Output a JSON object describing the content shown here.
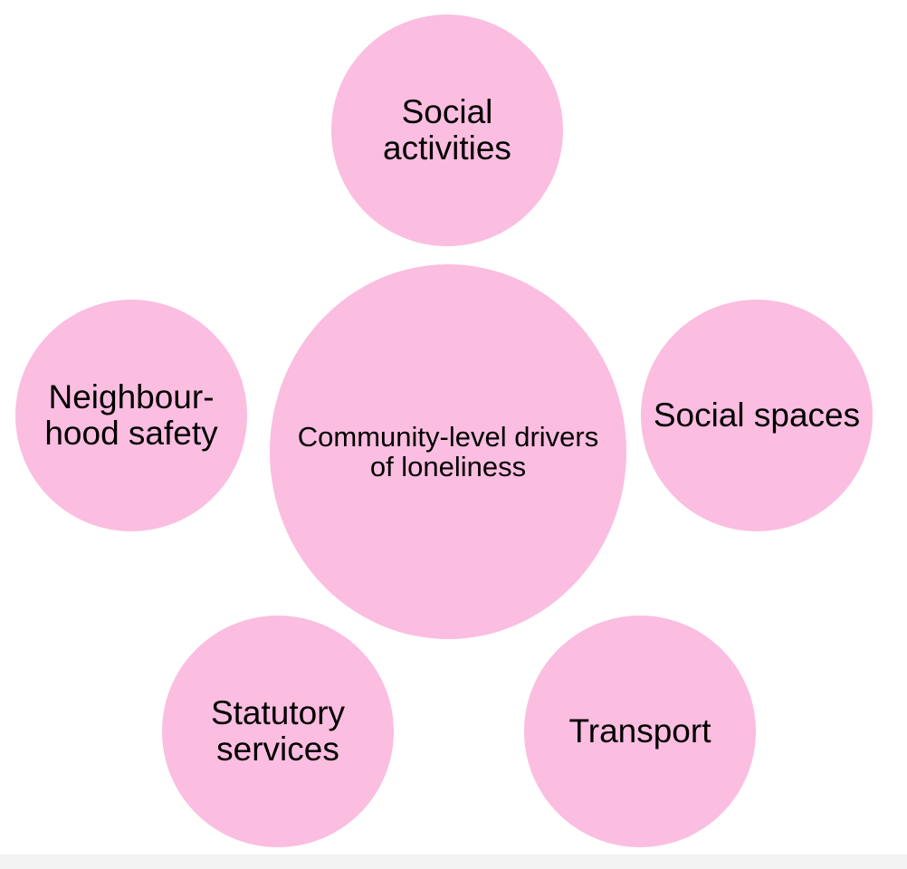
{
  "colors": {
    "circle_fill": "#fbbde0",
    "text": "#000000",
    "background": "#ffffff"
  },
  "center": {
    "label": "Community-level drivers\nof loneliness"
  },
  "nodes": {
    "top": {
      "label": "Social\nactivities"
    },
    "left": {
      "label": "Neighbour-\nhood safety"
    },
    "right": {
      "label": "Social spaces"
    },
    "bottom_left": {
      "label": "Statutory\nservices"
    },
    "bottom_right": {
      "label": "Transport"
    }
  }
}
